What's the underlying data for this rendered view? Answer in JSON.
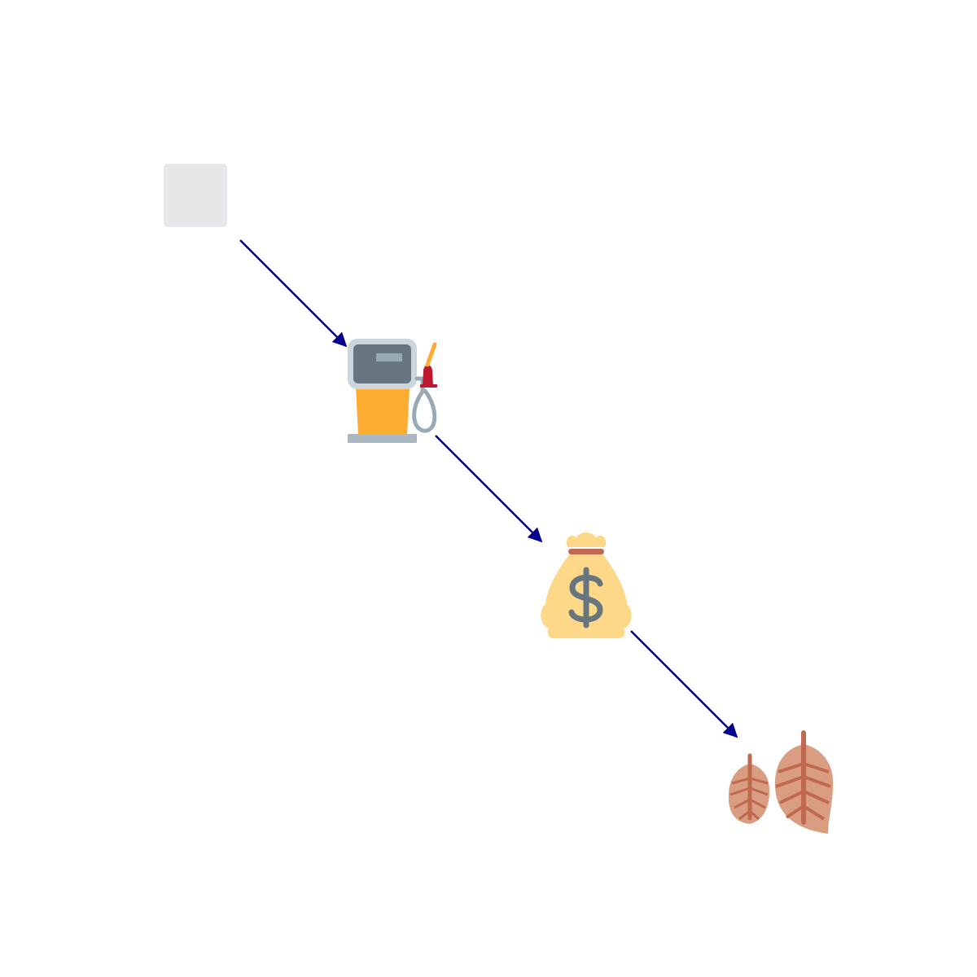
{
  "diagram": {
    "arrow_color": "#00008b",
    "nodes": [
      {
        "id": "blank",
        "icon": "blank-square-icon",
        "fill": "#e6e7e8"
      },
      {
        "id": "fuel",
        "icon": "fuel-pump-icon",
        "colors": {
          "pump_top": "#ccd6dd",
          "screen": "#66757f",
          "screen_bar": "#99aab5",
          "body": "#ffac33",
          "base": "#aab8c2",
          "hose": "#99aab5",
          "nozzle": "#be1931",
          "nozzle_tip": "#ffac33"
        }
      },
      {
        "id": "money",
        "icon": "money-bag-icon",
        "colors": {
          "bag": "#fdd888",
          "tie": "#bf6952",
          "symbol": "#67757f"
        }
      },
      {
        "id": "leaves",
        "icon": "fallen-leaves-icon",
        "colors": {
          "leaf": "#d99e82",
          "vein": "#c1694f"
        }
      }
    ],
    "edges": [
      {
        "from": "blank",
        "to": "fuel"
      },
      {
        "from": "fuel",
        "to": "money"
      },
      {
        "from": "money",
        "to": "leaves"
      }
    ]
  }
}
